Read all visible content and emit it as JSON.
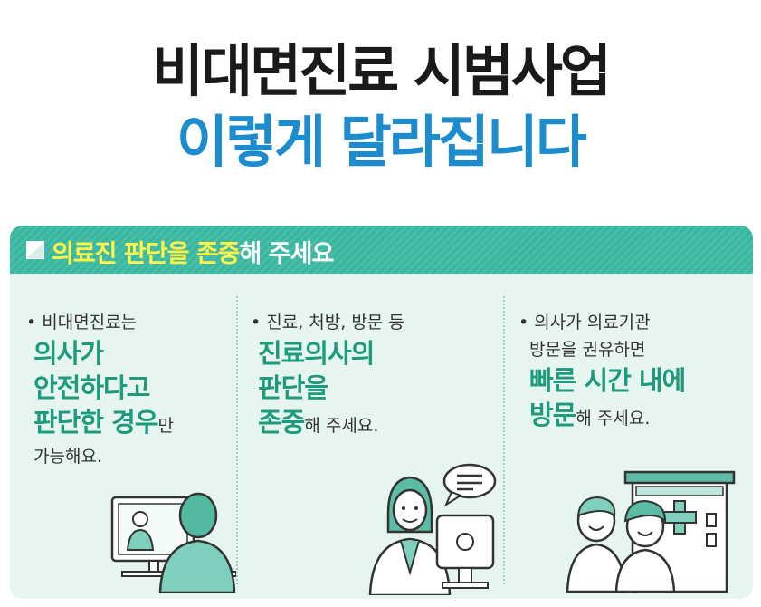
{
  "title": {
    "line1": "비대면진료 시범사업",
    "line2": "이렇게 달라집니다"
  },
  "banner": {
    "highlight": "의료진 판단을 존중",
    "rest": "해 주세요"
  },
  "columns": [
    {
      "lead": "• 비대면진료는",
      "big": [
        "의사가",
        "안전하다고",
        "판단한 경우"
      ],
      "big_suffix": "만",
      "tail": "가능해요."
    },
    {
      "lead": "• 진료, 처방, 방문 등",
      "big": [
        "진료의사의",
        "판단을",
        "존중"
      ],
      "big_suffix": "해 주세요."
    },
    {
      "lead": "• 의사가 의료기관",
      "lead2": "방문을 권유하면",
      "big": [
        "빠른 시간 내에",
        "방문"
      ],
      "big_suffix": "해 주세요."
    }
  ],
  "colors": {
    "title_dark": "#1a1a1a",
    "title_blue": "#1c8ccf",
    "banner": "#3ab59e",
    "highlight": "#fff34a",
    "accent_green": "#1e9a7d",
    "panel_bg": "#e7f5f1"
  },
  "icons": [
    "monitor-patient-icon",
    "doctor-computer-icon",
    "hospital-family-icon"
  ]
}
